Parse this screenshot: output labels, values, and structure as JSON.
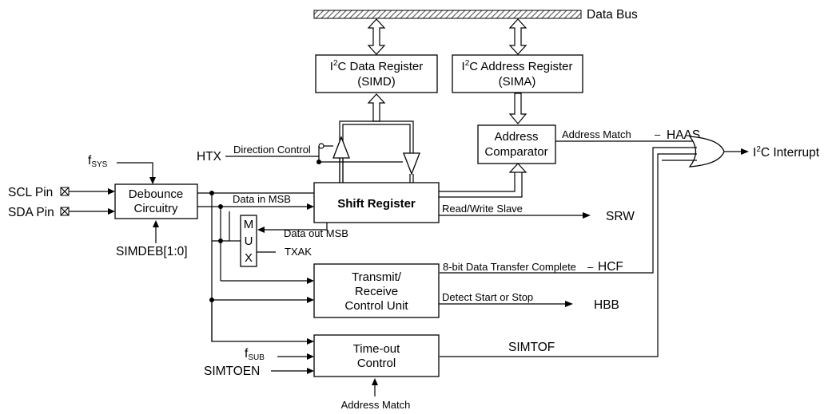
{
  "data_bus": {
    "label": "Data Bus"
  },
  "blocks": {
    "simd": {
      "line1_pre": "I",
      "line1_sup": "2",
      "line1_post": "C Data Register",
      "line2": "(SIMD)"
    },
    "sima": {
      "line1_pre": "I",
      "line1_sup": "2",
      "line1_post": "C Address Register",
      "line2": "(SIMA)"
    },
    "comparator": {
      "line1": "Address",
      "line2": "Comparator"
    },
    "shift_register": {
      "label": "Shift Register"
    },
    "debounce": {
      "line1": "Debounce",
      "line2": "Circuitry"
    },
    "mux": {
      "letters": [
        "M",
        "U",
        "X"
      ]
    },
    "transmit_receive": {
      "line1": "Transmit/",
      "line2": "Receive",
      "line3": "Control Unit"
    },
    "timeout": {
      "line1": "Time-out",
      "line2": "Control"
    }
  },
  "inputs": {
    "fsys": {
      "base": "f",
      "sub": "SYS"
    },
    "scl": "SCL Pin",
    "sda": "SDA Pin",
    "simdeb": "SIMDEB[1:0]",
    "htx": "HTX",
    "fsub": {
      "base": "f",
      "sub": "SUB"
    },
    "simtoen": "SIMTOEN",
    "address_match_in": "Address Match"
  },
  "signals": {
    "direction_control": "Direction Control",
    "data_in_msb": "Data in MSB",
    "data_out_msb": "Data out MSB",
    "txak": "TXAK",
    "address_match": "Address Match",
    "haas": "HAAS",
    "read_write_slave": "Read/Write Slave",
    "transfer_complete": "8-bit Data Transfer Complete",
    "hcf": "HCF",
    "detect_start_stop": "Detect Start or Stop",
    "simtof": "SIMTOF"
  },
  "outputs": {
    "interrupt": {
      "pre": "I",
      "sup": "2",
      "post": "C Interrupt"
    },
    "srw": "SRW",
    "hbb": "HBB"
  }
}
